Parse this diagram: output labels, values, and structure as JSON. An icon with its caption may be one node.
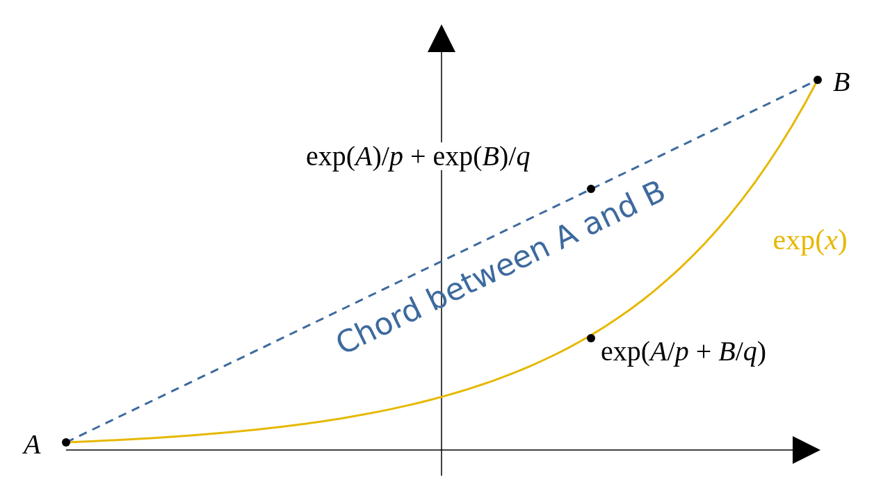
{
  "diagram": {
    "nodes": [
      {
        "text": [
          "*A*"
        ]
      },
      {
        "text": [
          "*B*"
        ]
      },
      {
        "text": [
          "exp(*A*)/*p* + exp(*B*)/*q*"
        ]
      },
      {
        "text": [
          "exp(*A*/*p* + *B*/*q*)"
        ]
      }
    ],
    "edges": [
      {
        "from": 0,
        "to": 1,
        "arrow": "none",
        "style": "dashed",
        "color": "#3d6a9e",
        "label": "Chord between A and B"
      },
      {
        "from": 0,
        "to": 1,
        "arrow": "none",
        "color": "#e6b800",
        "label": "exp(*x*)"
      }
    ]
  }
}
